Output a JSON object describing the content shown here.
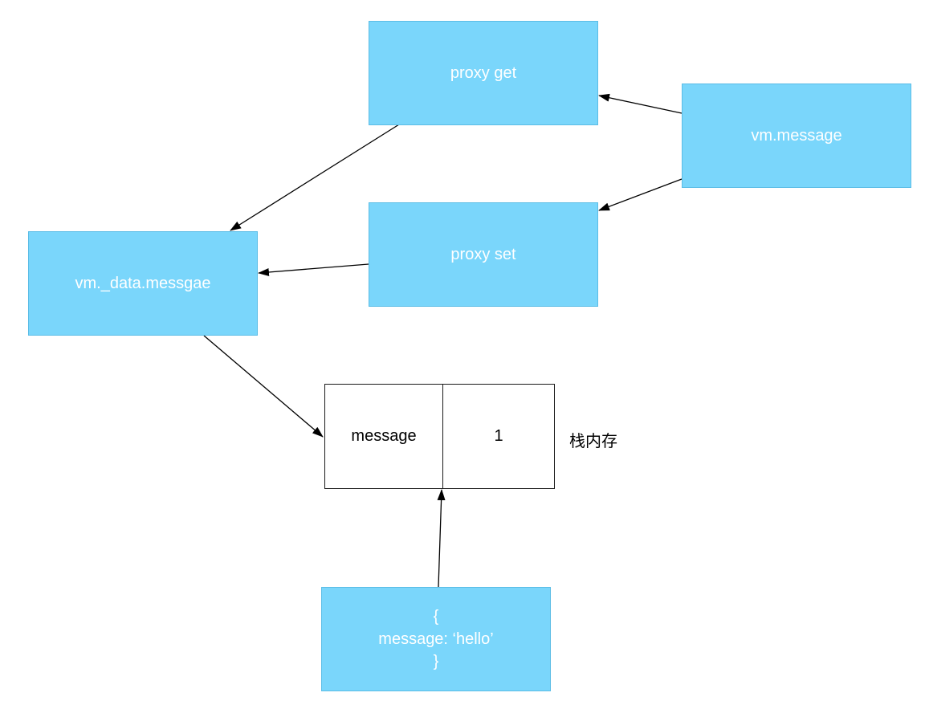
{
  "nodes": {
    "proxy_get": "proxy get",
    "proxy_set": "proxy set",
    "vm_message": "vm.message",
    "vm_data": "vm._data.messgae",
    "data_object": "{\nmessage: ‘hello’\n}"
  },
  "memory": {
    "key": "message",
    "value": "1",
    "label": "栈内存"
  },
  "colors": {
    "node_fill": "#7ad6fb",
    "node_border": "#5bbde6",
    "node_text": "#ffffff",
    "arrow": "#000000"
  }
}
